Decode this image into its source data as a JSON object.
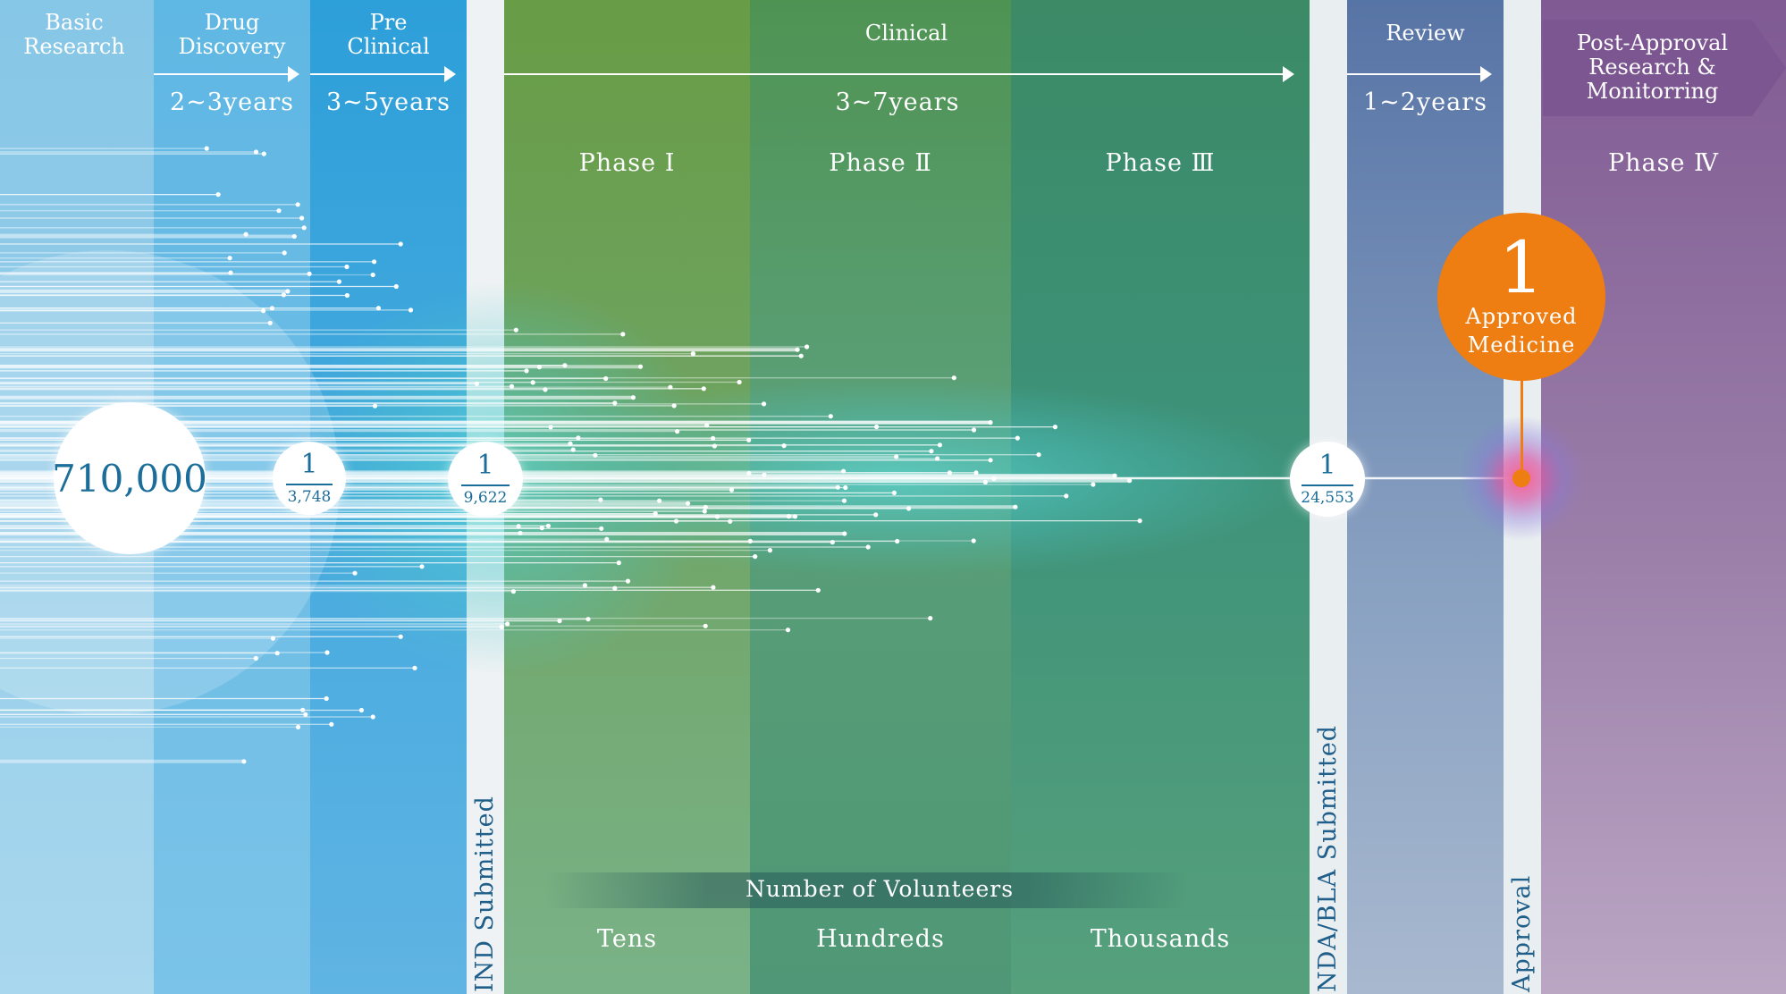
{
  "stages": {
    "basic_research": "Basic\nResearch",
    "drug_discovery": "Drug\nDiscovery",
    "pre_clinical": "Pre\nClinical",
    "clinical": "Clinical",
    "review": "Review",
    "post_approval": "Post-Approval\nResearch &\nMonitorring"
  },
  "durations": {
    "drug_discovery": "2~3years",
    "pre_clinical": "3~5years",
    "clinical": "3~7years",
    "review": "1~2years"
  },
  "phases": {
    "phase1": "Phase Ⅰ",
    "phase2": "Phase Ⅱ",
    "phase3": "Phase Ⅲ",
    "phase4": "Phase Ⅳ"
  },
  "milestones": {
    "ind": "IND Submitted",
    "nda": "NDA/BLA Submitted",
    "approval": "Approval"
  },
  "counts": {
    "start": "710,000",
    "preclinical_num": "1",
    "preclinical_den": "3,748",
    "ind_num": "1",
    "ind_den": "9,622",
    "nda_num": "1",
    "nda_den": "24,553",
    "approved_num": "1",
    "approved_label": "Approved\nMedicine"
  },
  "volunteers": {
    "title": "Number of Volunteers",
    "phase1": "Tens",
    "phase2": "Hundreds",
    "phase3": "Thousands"
  },
  "colors": {
    "basic": "#8fcbe8",
    "discovery": "#5ab6e2",
    "preclinical": "#2a9fd9",
    "milestone_bar": "#e8eef2",
    "phase1": "#6ba55a",
    "phase2": "#4f9a6e",
    "phase3": "#3f9278",
    "review": "#5a7aa8",
    "post": "#8f6e9e",
    "approved": "#ee7d12",
    "text_blue": "#1b6d9a"
  }
}
